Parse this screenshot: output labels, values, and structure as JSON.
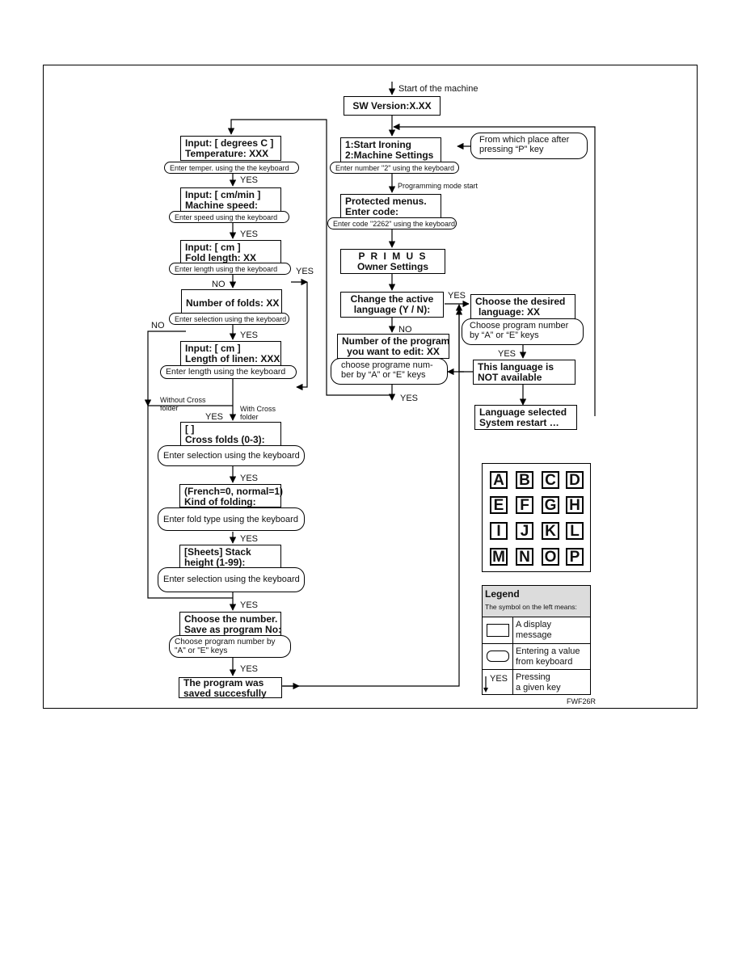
{
  "figure_id": "FWF26R",
  "start_label": "Start of the machine",
  "right_flow": {
    "sw_version": "SW Version:X.XX",
    "menu_line1": "1:Start Ironing",
    "menu_line2": "2:Machine Settings",
    "from_note_line1": "From which place after",
    "from_note_line2": "pressing “P” key",
    "enter_number_2": "Enter number \"2\" using the keyboard",
    "programming_mode": "Programming mode start",
    "protected_line1": "Protected menus.",
    "protected_line2": "Enter code:",
    "enter_code": "Enter code \"2262\" using the keyboard",
    "primus_line1": "P R I M U S",
    "primus_line2": "Owner Settings",
    "change_lang_line1": "Change the active",
    "change_lang_line2": "language (Y / N):",
    "yes": "YES",
    "no": "NO",
    "program_edit_line1": "Number of the program",
    "program_edit_line2": "you want to edit: XX",
    "choose_prog_line1": "choose programe num-",
    "choose_prog_line2": "ber by “A” or “E” keys",
    "yes_bottom": "YES",
    "choose_lang_line1": "Choose the desired",
    "choose_lang_line2": "language: XX",
    "choose_prog2_line1": "Choose program number",
    "choose_prog2_line2": "by “A” or “E” keys",
    "yes_lang": "YES",
    "not_avail_line1": "This language is",
    "not_avail_line2": "NOT available",
    "lang_selected_line1": "Language selected",
    "lang_selected_line2": "System restart …"
  },
  "left_flow": {
    "temp_line1": "Input: [ degrees C ]",
    "temp_line2": "Temperature: XXX",
    "temp_input": "Enter temper. using the the keyboard",
    "yes1": "YES",
    "speed_line1": "Input: [ cm/min ]",
    "speed_line2": "Machine speed:",
    "speed_input": "Enter speed using the keyboard",
    "yes2": "YES",
    "fold_line1": "Input: [ cm ]",
    "fold_line2": "Fold length: XX",
    "fold_input": "Enter length using the keyboard",
    "yes_loop": "YES",
    "no1": "NO",
    "folds_line1": "Number of folds: XX",
    "folds_input": "Enter selection using the keyboard",
    "no2": "NO",
    "yes3": "YES",
    "linen_line1": "Input: [ cm ]",
    "linen_line2": "Length of linen: XXX",
    "linen_input": "Enter length using the keyboard",
    "without_cross_line1": "Without Cross",
    "without_cross_line2": "folder",
    "with_cross_line1": "With Cross",
    "with_cross_line2": "folder",
    "yes4": "YES",
    "cross_line1": "[ ]",
    "cross_line2": "Cross folds (0-3):",
    "cross_input": "Enter selection using the keyboard",
    "yes5": "YES",
    "kind_line1": "(French=0, normal=1)",
    "kind_line2": "Kind of folding:",
    "kind_input": "Enter fold type using the keyboard",
    "yes6": "YES",
    "stack_line1": "[Sheets] Stack",
    "stack_line2": "height (1-99):",
    "stack_input": "Enter selection using the keyboard",
    "yes7": "YES",
    "save_line1": "Choose the number.",
    "save_line2": "Save as program No:",
    "save_input_line1": "Choose program number by",
    "save_input_line2": "\"A\" or \"E\" keys",
    "yes8": "YES",
    "saved_line1": "The program was",
    "saved_line2": "saved succesfully"
  },
  "keypad": [
    "A",
    "B",
    "C",
    "D",
    "E",
    "F",
    "G",
    "H",
    "I",
    "J",
    "K",
    "L",
    "M",
    "N",
    "O",
    "P"
  ],
  "legend": {
    "title": "Legend",
    "subtitle": "The symbol on the left means:",
    "row1_line1": "A display",
    "row1_line2": "message",
    "row2_line1": "Entering a value",
    "row2_line2": "from keyboard",
    "row3_symbol": "YES",
    "row3_line1": "Pressing",
    "row3_line2": "a given key"
  }
}
